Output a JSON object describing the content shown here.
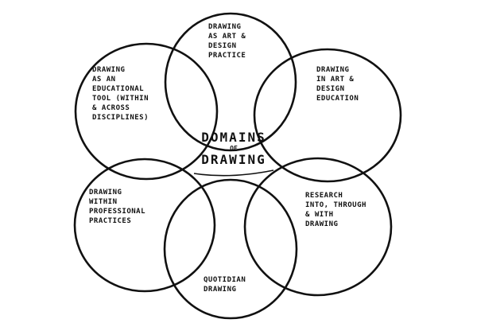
{
  "center": {
    "line1": "DOMAINS",
    "line2": "OF",
    "line3": "DRAWING"
  },
  "petals": [
    {
      "id": "top",
      "lines": [
        "DRAWING",
        "AS ART &",
        "DESIGN",
        "PRACTICE"
      ]
    },
    {
      "id": "upper-right",
      "lines": [
        "DRAWING",
        "IN ART &",
        "DESIGN",
        "EDUCATION"
      ]
    },
    {
      "id": "lower-right",
      "lines": [
        "RESEARCH",
        "INTO, THROUGH",
        "& WITH",
        "DRAWING"
      ]
    },
    {
      "id": "bottom",
      "lines": [
        "QUOTIDIAN",
        "DRAWING"
      ]
    },
    {
      "id": "lower-left",
      "lines": [
        "DRAWING",
        "WITHIN",
        "PROFESSIONAL",
        "PRACTICES"
      ]
    },
    {
      "id": "upper-left",
      "lines": [
        "DRAWING",
        "AS AN",
        "EDUCATIONAL",
        "TOOL (WITHIN",
        "& ACROSS",
        "DISCIPLINES)"
      ]
    }
  ]
}
